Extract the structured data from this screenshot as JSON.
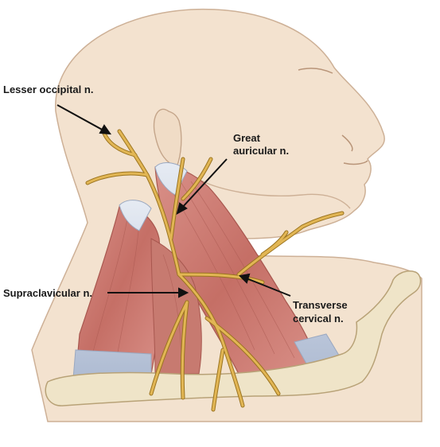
{
  "labels": {
    "lesser_occipital": "Lesser occipital n.",
    "great_auricular_line1": "Great",
    "great_auricular_line2": "auricular n.",
    "supraclavicular": "Supraclavicular n.",
    "transverse_cervical_line1": "Transverse",
    "transverse_cervical_line2": "cervical n."
  },
  "colors": {
    "skin": "#f2e0cc",
    "skin_outline": "#c9a88c",
    "muscle": "#c97f74",
    "muscle_dark": "#a8574f",
    "tendon": "#cdd6e4",
    "bone": "#efe4c8",
    "nerve": "#e0b452",
    "nerve_outline": "#9b7420"
  }
}
